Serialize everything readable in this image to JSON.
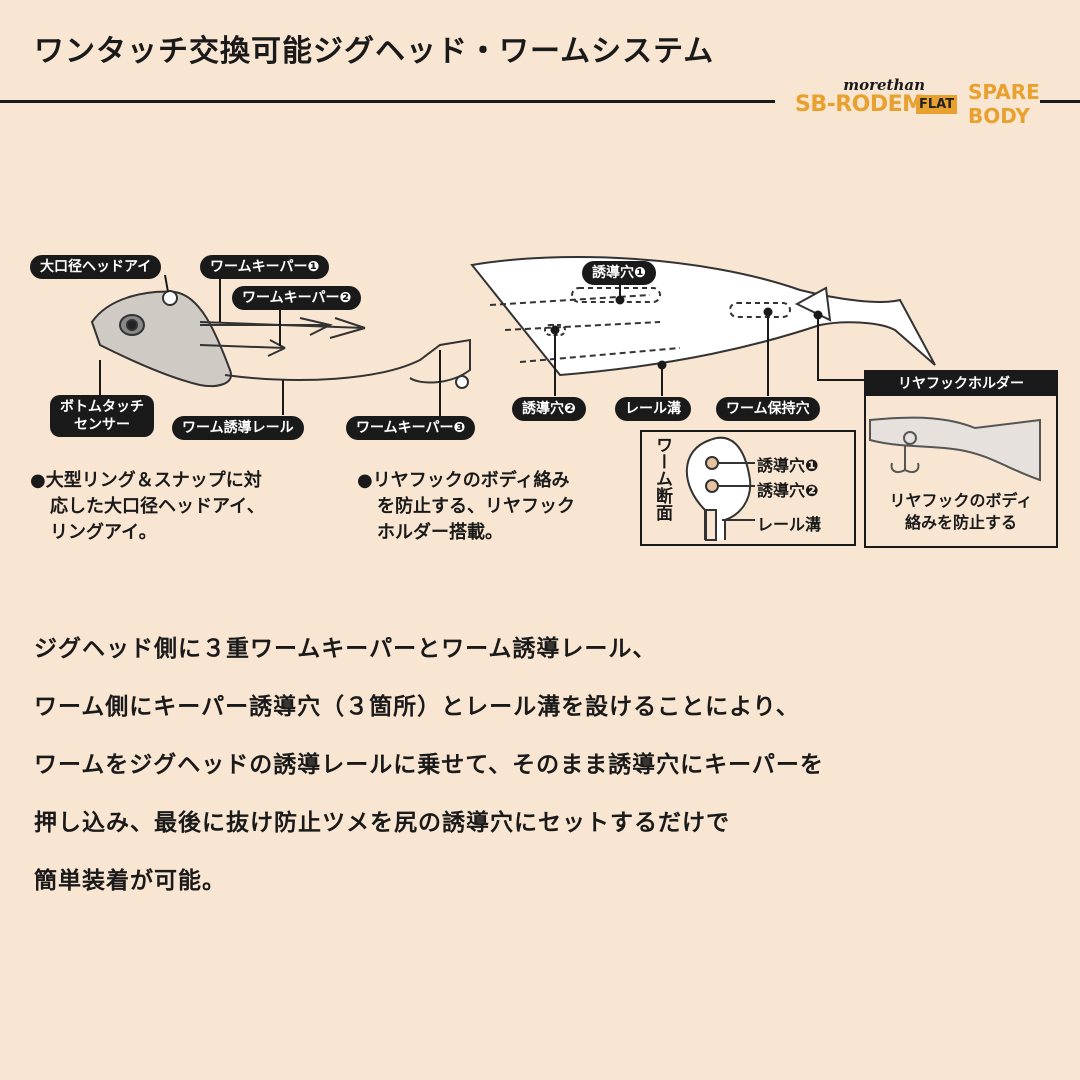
{
  "header": {
    "title": "ワンタッチ交換可能ジグヘッド・ワームシステム",
    "maker": "morethan",
    "product": "SB-RODEM",
    "flat": "FLAT",
    "spare_line1": "SPARE",
    "spare_line2": "BODY"
  },
  "jighead_labels": {
    "head_eye": "大口径ヘッドアイ",
    "keeper1": "ワームキーパー❶",
    "keeper2": "ワームキーパー❷",
    "keeper3": "ワームキーパー❸",
    "bottom_sensor_line1": "ボトムタッチ",
    "bottom_sensor_line2": "センサー",
    "guide_rail": "ワーム誘導レール"
  },
  "worm_labels": {
    "hole1": "誘導穴❶",
    "hole2": "誘導穴❷",
    "rail_groove": "レール溝",
    "holding_hole": "ワーム保持穴"
  },
  "notes": {
    "left_line1": "●大型リング＆スナップに対",
    "left_line2": "応した大口径ヘッドアイ、",
    "left_line3": "リングアイ。",
    "right_line1": "●リヤフックのボディ絡み",
    "right_line2": "を防止する、リヤフック",
    "right_line3": "ホルダー搭載。"
  },
  "cross_section": {
    "title_line1": "ワーム",
    "title_line2": "断面",
    "hole1": "誘導穴❶",
    "hole2": "誘導穴❷",
    "groove": "レール溝"
  },
  "rear_holder": {
    "title": "リヤフックホルダー",
    "caption_line1": "リヤフックのボディ",
    "caption_line2": "絡みを防止する"
  },
  "description": [
    "ジグヘッド側に３重ワームキーパーとワーム誘導レール、",
    "ワーム側にキーパー誘導穴（３箇所）とレール溝を設けることにより、",
    "ワームをジグヘッドの誘導レールに乗せて、そのまま誘導穴にキーパーを",
    "押し込み、最後に抜け防止ツメを尻の誘導穴にセットするだけで",
    "簡単装着が可能。"
  ]
}
